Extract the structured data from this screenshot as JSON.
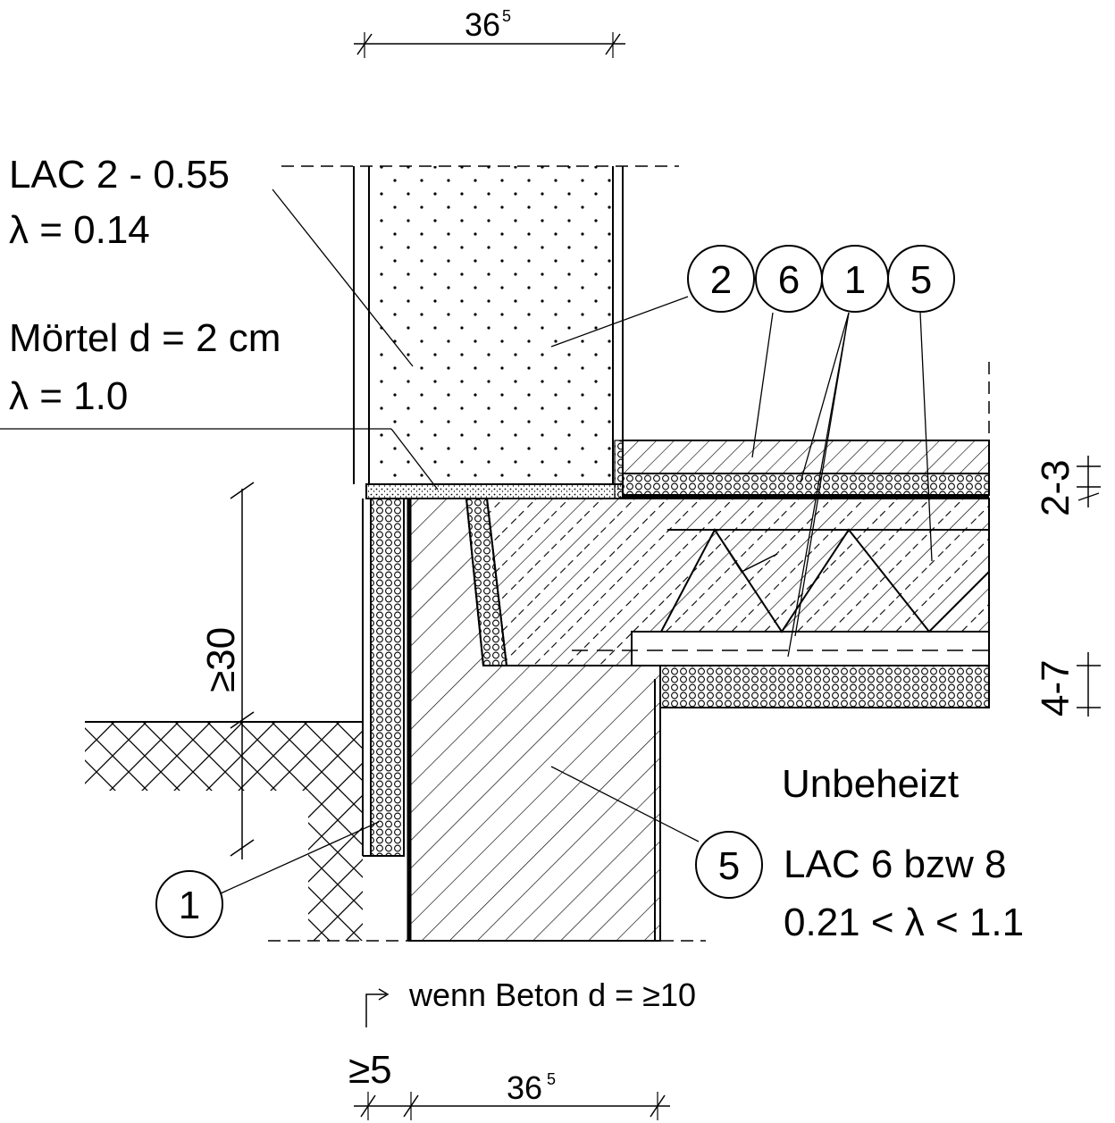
{
  "labels": {
    "wall_material": "LAC 2 - 0.55",
    "wall_lambda": "λ = 0.14",
    "mortar_material": "Mörtel d = 2 cm",
    "mortar_lambda": "λ = 1.0",
    "unheated": "Unbeheizt",
    "foundation_material": "LAC 6 bzw 8",
    "foundation_lambda": "0.21 < λ < 1.1",
    "concrete_note": "wenn Beton d = ≥10"
  },
  "dimensions": {
    "top_width_main": "36",
    "top_width_sup": "5",
    "bottom_width_main": "36",
    "bottom_width_sup": "5",
    "depth": "≥30",
    "min_offset": "≥5",
    "screed_range": "2-3",
    "insulation_range": "4-7"
  },
  "callouts": {
    "top": [
      "2",
      "6",
      "1",
      "5"
    ],
    "foundation": "5",
    "perimeter": "1"
  }
}
